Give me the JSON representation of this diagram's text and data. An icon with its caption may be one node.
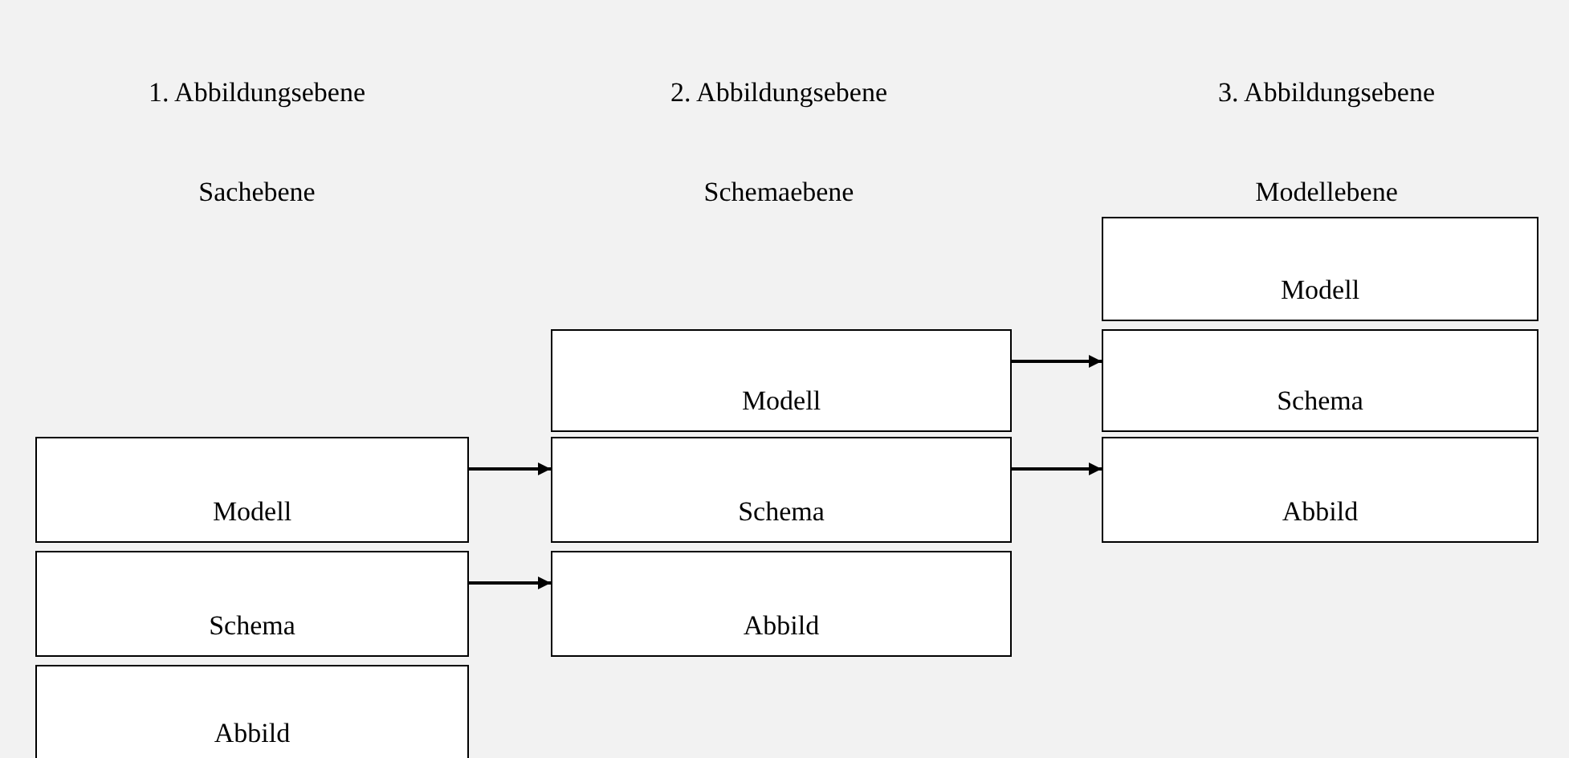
{
  "diagram": {
    "nodes": [
      {
        "text": [
          "Modell"
        ]
      },
      {
        "text": [
          "Schema"
        ]
      },
      {
        "text": [
          "Abbild"
        ]
      },
      {
        "text": [
          "Modell"
        ]
      },
      {
        "text": [
          "Schema"
        ]
      },
      {
        "text": [
          "Abbild"
        ]
      },
      {
        "text": [
          "Modell"
        ]
      },
      {
        "text": [
          "Schema"
        ]
      },
      {
        "text": [
          "Abbild"
        ]
      }
    ],
    "edges": [
      {
        "from": 0,
        "to": 4,
        "arrow": "to"
      },
      {
        "from": 1,
        "to": 5,
        "arrow": "to"
      },
      {
        "from": 3,
        "to": 7,
        "arrow": "to"
      },
      {
        "from": 4,
        "to": 8,
        "arrow": "to"
      }
    ],
    "labels": [
      "1. Abbildungsebene",
      "2. Abbildungsebene",
      "3. Abbildungsebene",
      "Sachebene",
      "Schemaebene",
      "Modellebene"
    ]
  }
}
